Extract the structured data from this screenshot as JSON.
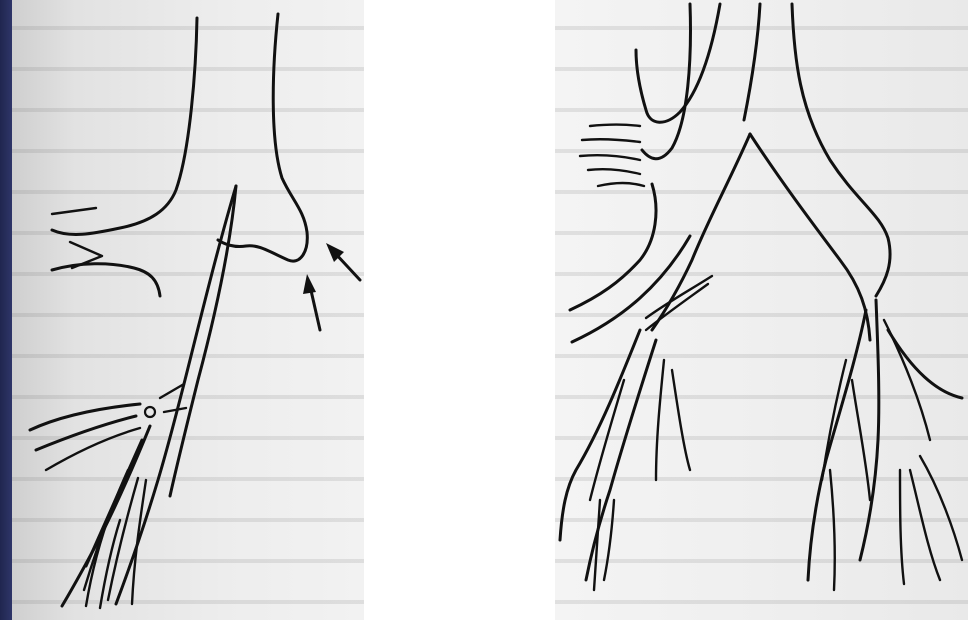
{
  "figures": [
    {
      "id": "left-drawing",
      "annotations": [
        "arrow-1",
        "arrow-2"
      ]
    },
    {
      "id": "right-drawing",
      "annotations": []
    }
  ],
  "colors": {
    "ink": "#111111",
    "page_left": "#e6e6e6",
    "page_right": "#efefef",
    "frame": "#252b5c"
  }
}
